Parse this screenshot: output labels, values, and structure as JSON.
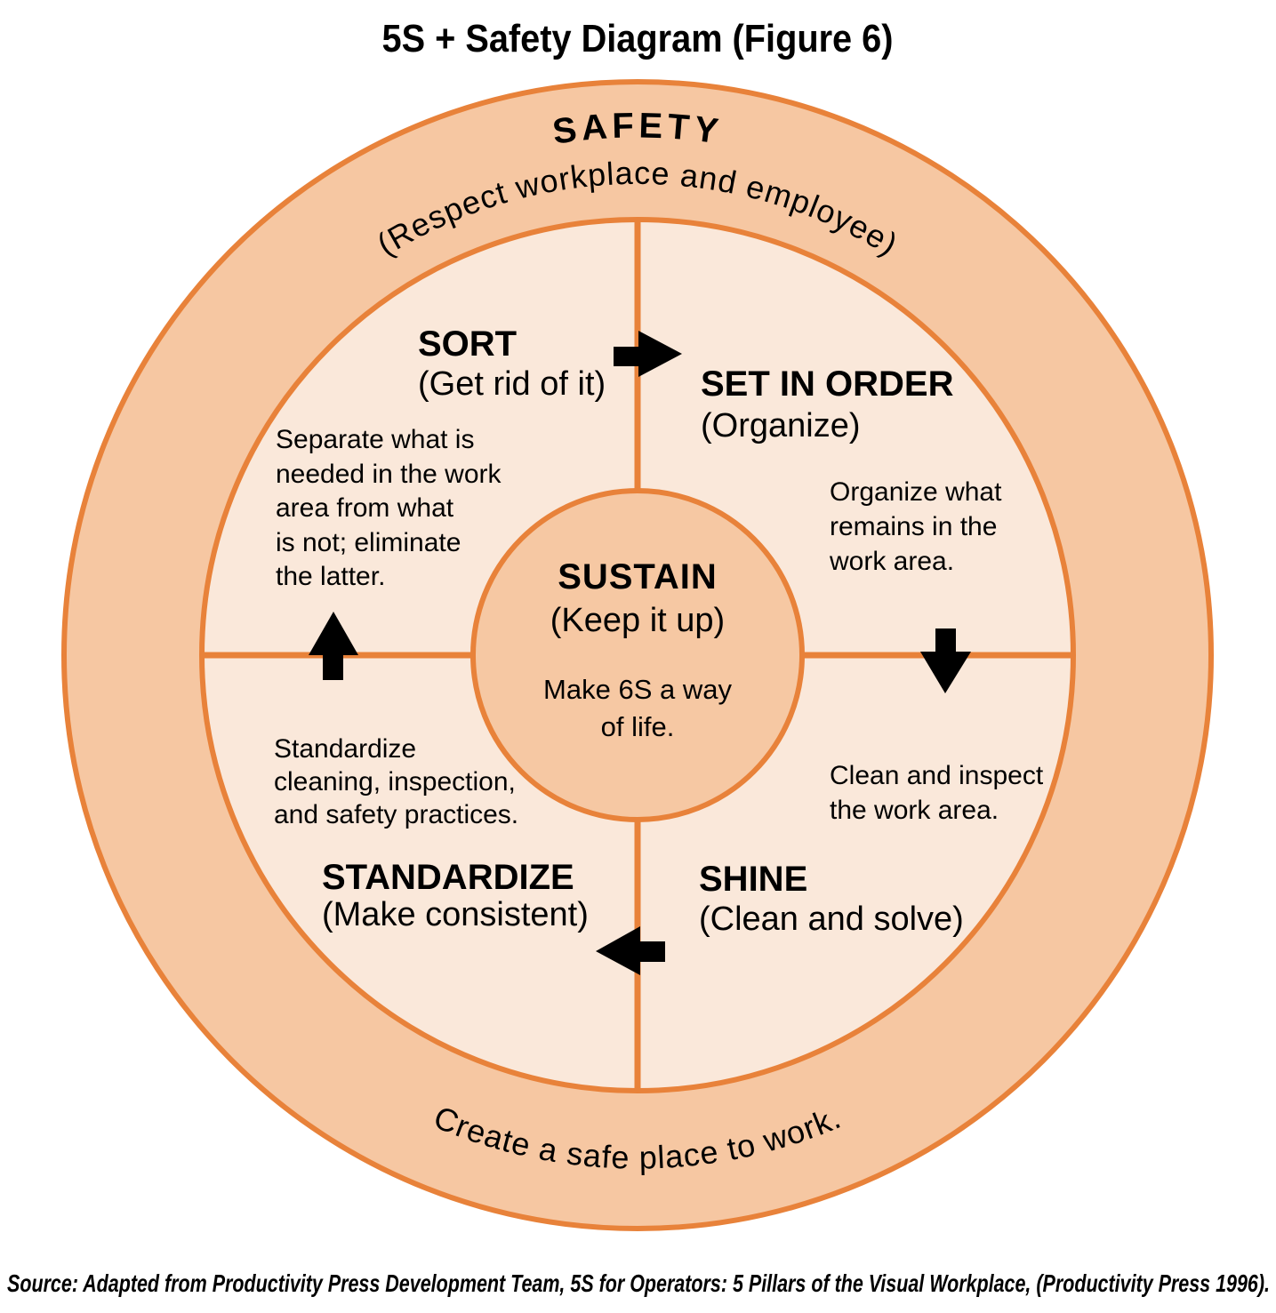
{
  "title": "5S + Safety Diagram (Figure 6)",
  "colors": {
    "ring_fill": "#F6C7A2",
    "quadrant_fill": "#FAE8DA",
    "center_fill": "#F6C8A3",
    "stroke": "#E8823A",
    "arrow": "#000000",
    "text": "#000000",
    "background": "#FFFFFF"
  },
  "outer_ring": {
    "label": "SAFETY",
    "sublabel": "(Respect workplace and employee)",
    "bottom_label": "Create a safe place to work."
  },
  "center": {
    "label": "SUSTAIN",
    "sublabel": "(Keep it up)",
    "desc": [
      "Make 6S a way",
      "of life."
    ]
  },
  "quadrants": {
    "sort": {
      "label": "SORT",
      "sublabel": "(Get rid of it)",
      "desc": [
        "Separate what is",
        "needed in the work",
        "area from what",
        "is not; eliminate",
        "the latter."
      ]
    },
    "set_in_order": {
      "label": "SET IN ORDER",
      "sublabel": "(Organize)",
      "desc": [
        "Organize what",
        "remains in the",
        "work area."
      ]
    },
    "shine": {
      "label": "SHINE",
      "sublabel": "(Clean and solve)",
      "desc": [
        "Clean and inspect",
        "the work area."
      ]
    },
    "standardize": {
      "label": "STANDARDIZE",
      "sublabel": "(Make consistent)",
      "desc": [
        "Standardize",
        "cleaning, inspection,",
        "and safety practices."
      ]
    }
  },
  "arrows": {
    "top": "right-arrow",
    "right": "down-arrow",
    "bottom": "left-arrow",
    "left": "up-arrow"
  },
  "source": "Source: Adapted from Productivity Press Development Team, 5S for Operators: 5 Pillars of the Visual Workplace, (Productivity Press 1996)."
}
